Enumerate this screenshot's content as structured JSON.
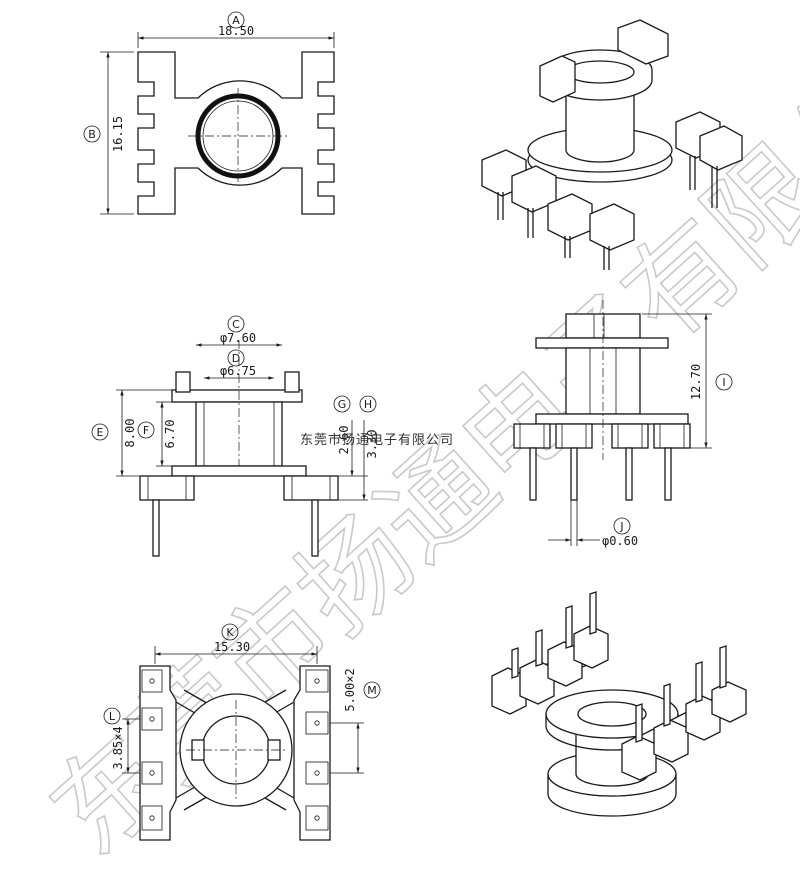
{
  "watermark": {
    "big_text": "东莞市扬通电子有限公司",
    "small_text": "东莞市扬通电子有限公司"
  },
  "top_view": {
    "label_a": "A",
    "dim_a": "18.50",
    "label_b": "B",
    "dim_b": "16.15"
  },
  "front_view": {
    "label_c": "C",
    "dim_c": "φ7.60",
    "label_d": "D",
    "dim_d": "φ6.75",
    "label_e": "E",
    "dim_e": "8.00",
    "label_f": "F",
    "dim_f": "6.70",
    "label_g": "G",
    "dim_g": "2.60",
    "label_h": "H",
    "dim_h": "3.30"
  },
  "side_view": {
    "label_i": "I",
    "dim_i": "12.70",
    "label_j": "J",
    "dim_j": "φ0.60"
  },
  "bottom_view": {
    "label_k": "K",
    "dim_k": "15.30",
    "label_l": "L",
    "dim_l": "3.85×4",
    "label_m": "M",
    "dim_m": "5.00×2"
  }
}
